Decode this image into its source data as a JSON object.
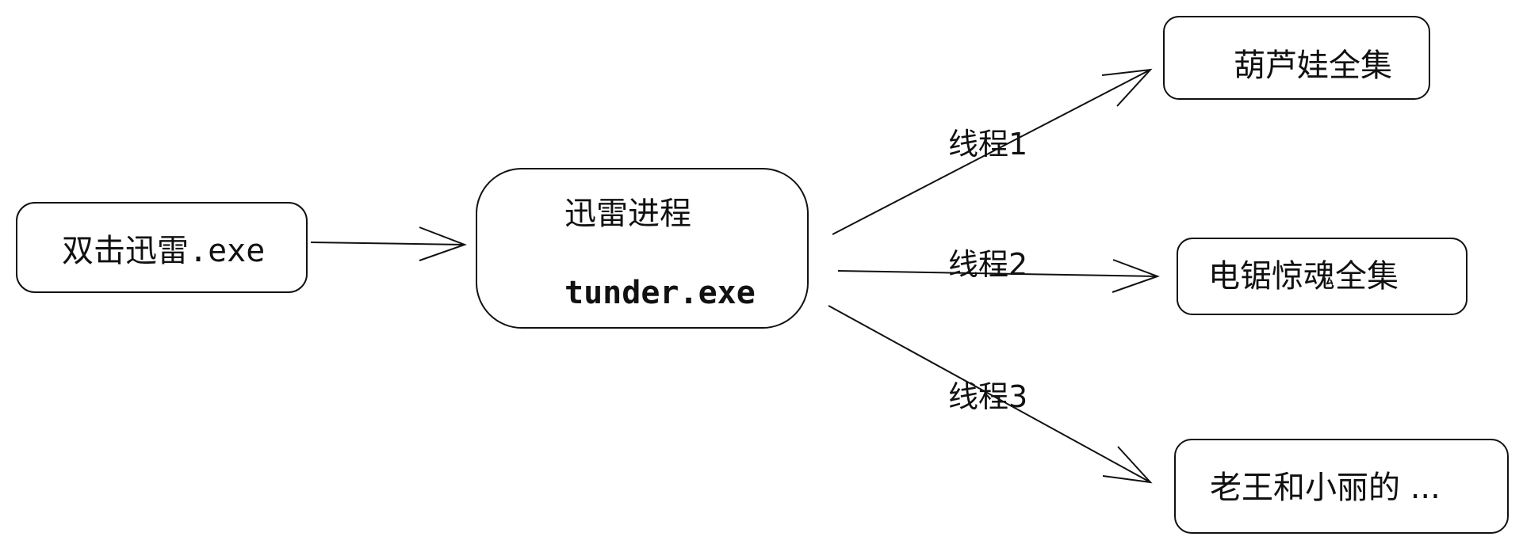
{
  "nodes": {
    "launch": {
      "prefix": "双击迅雷",
      "suffix": ".exe"
    },
    "process": {
      "title": "迅雷进程",
      "subtitle": "tunder.exe"
    },
    "download_1": "葫芦娃全集",
    "download_2": "电锯惊魂全集",
    "download_3": "老王和小丽的 ..."
  },
  "edges": {
    "thread_1": "线程1",
    "thread_2": "线程2",
    "thread_3": "线程3"
  },
  "style": {
    "stroke_color": "#111111",
    "background": "#ffffff"
  }
}
